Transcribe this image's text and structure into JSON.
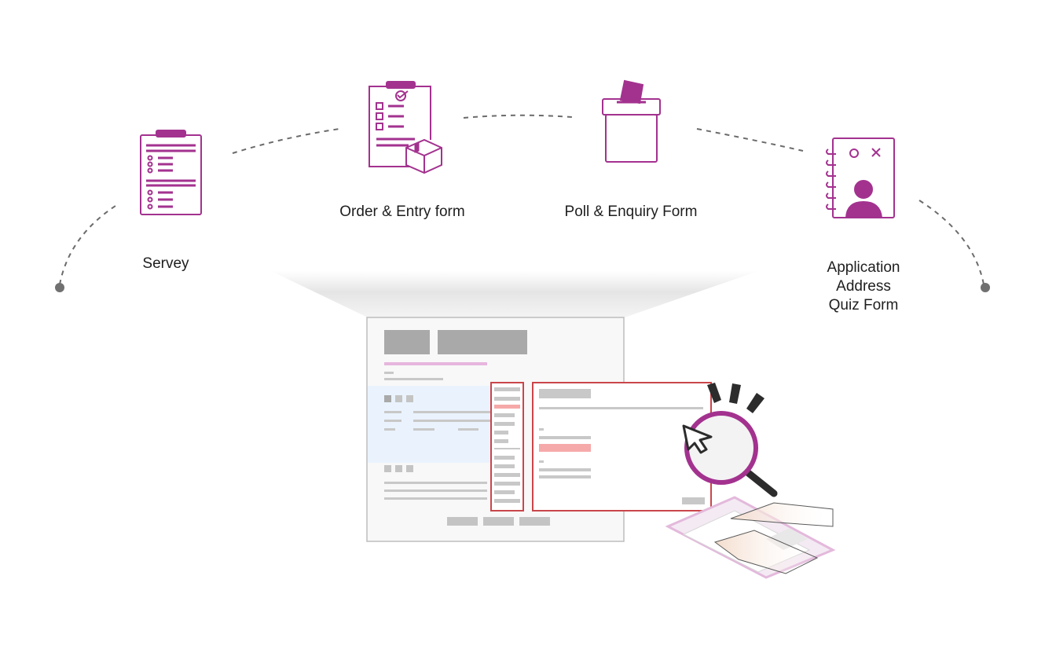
{
  "colors": {
    "accent": "#a3328f",
    "connector": "#6b6b6b",
    "mockup_gray": "#a9a9a9",
    "highlight_blue": "#eaf3fd",
    "highlight_red": "#f6a9a9",
    "frame_red": "#c9464a"
  },
  "categories": [
    {
      "icon": "clipboard-list-icon",
      "label": "Servey"
    },
    {
      "icon": "clipboard-checklist-box-icon",
      "label": "Order & Entry form"
    },
    {
      "icon": "ballot-box-icon",
      "label": "Poll & Enquiry Form"
    },
    {
      "icon": "profile-notebook-icon",
      "lines": [
        "Application",
        "Address",
        "Quiz Form"
      ]
    }
  ]
}
